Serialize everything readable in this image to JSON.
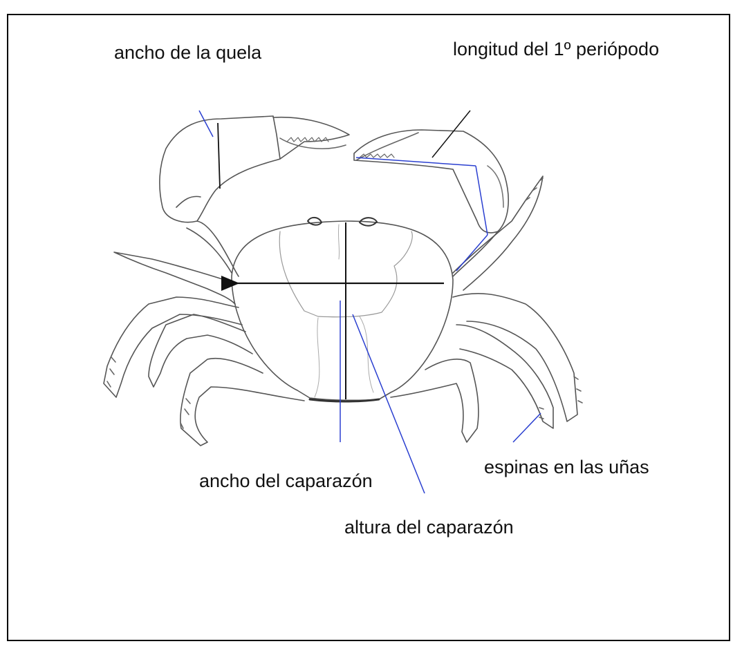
{
  "labels": {
    "claw_width": "ancho de la quela",
    "first_leg_length": "longitud del 1º periópodo",
    "carapace_width": "ancho del caparazón",
    "carapace_height": "altura del caparazón",
    "claw_spines": "espinas en las uñas"
  },
  "colors": {
    "outline": "#555555",
    "measure_black": "#111111",
    "measure_blue": "#2a3fd0"
  }
}
